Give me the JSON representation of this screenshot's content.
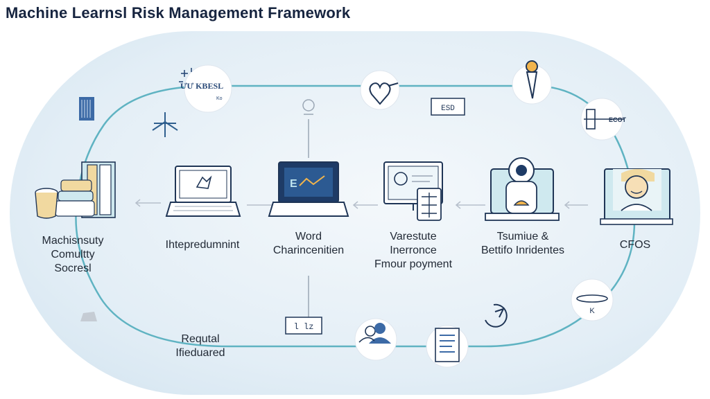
{
  "title": "Machine Learnsl Risk Management  Framework",
  "stages": [
    {
      "label": [
        "Machisnsuty",
        "Comultty",
        "Socresl"
      ]
    },
    {
      "label": [
        "Ihtepredumnint"
      ]
    },
    {
      "label": [
        "Word",
        "Charincenitien"
      ]
    },
    {
      "label": [
        "Varestute",
        "Inerronce",
        "Fmour poyment"
      ]
    },
    {
      "label": [
        "Tsumiue &",
        "Bettifo Inridentes"
      ]
    },
    {
      "label": [
        "CFOS"
      ]
    }
  ],
  "loop_nodes": {
    "top_left_logo_text": "ƯƯ KBESL",
    "top_left_logo_sub": "Ko",
    "badge_text": "ESD",
    "right_node_text": "ECOT",
    "right_bottom_letter": "K",
    "bottom_box_text": "l lz",
    "bottom_left_label": [
      "Requtal",
      "Ifieduared"
    ]
  },
  "colors": {
    "accent": "#5fb3c2",
    "navy": "#1e3b66",
    "blob": "#e6f0f7",
    "icon_teal": "#cfe9ef",
    "icon_line": "#233a5e"
  }
}
